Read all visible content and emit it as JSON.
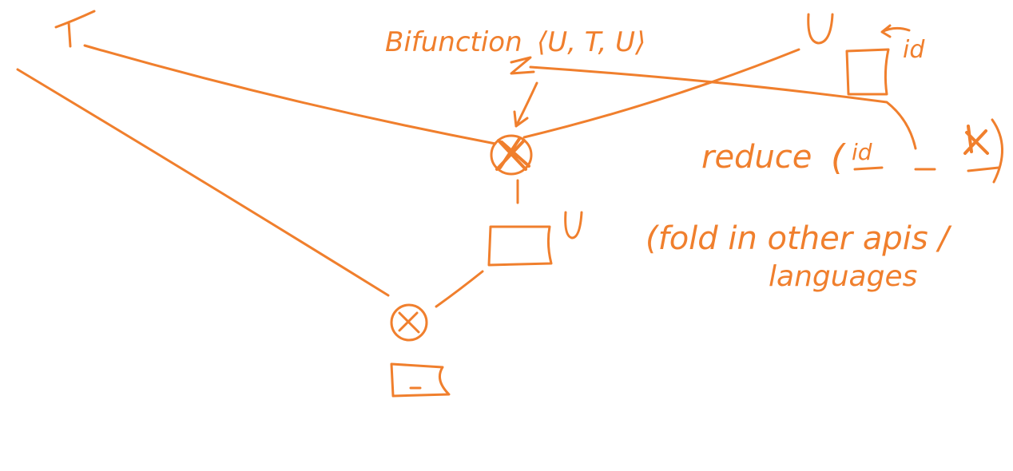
{
  "colors": {
    "ink": "#f07f2d",
    "background": "#ffffff"
  },
  "labels": {
    "t_top": "T",
    "bifunction": "Bifunction",
    "bifunction_params": "⟨U, T, U⟩",
    "u_top": "U",
    "id_arrow": "↩",
    "id": "id",
    "reduce": "reduce",
    "reduce_args_open": "(",
    "reduce_id": "id",
    "reduce_sep": "_ _",
    "reduce_close": ")",
    "u_result": "U",
    "fold_note_line1": "(fold in other apis /",
    "fold_note_line2": "languages"
  },
  "icons": {
    "combine_top": "circled-x-icon",
    "combine_bottom": "circled-x-icon",
    "reduce_combiner": "x-mark-icon"
  }
}
